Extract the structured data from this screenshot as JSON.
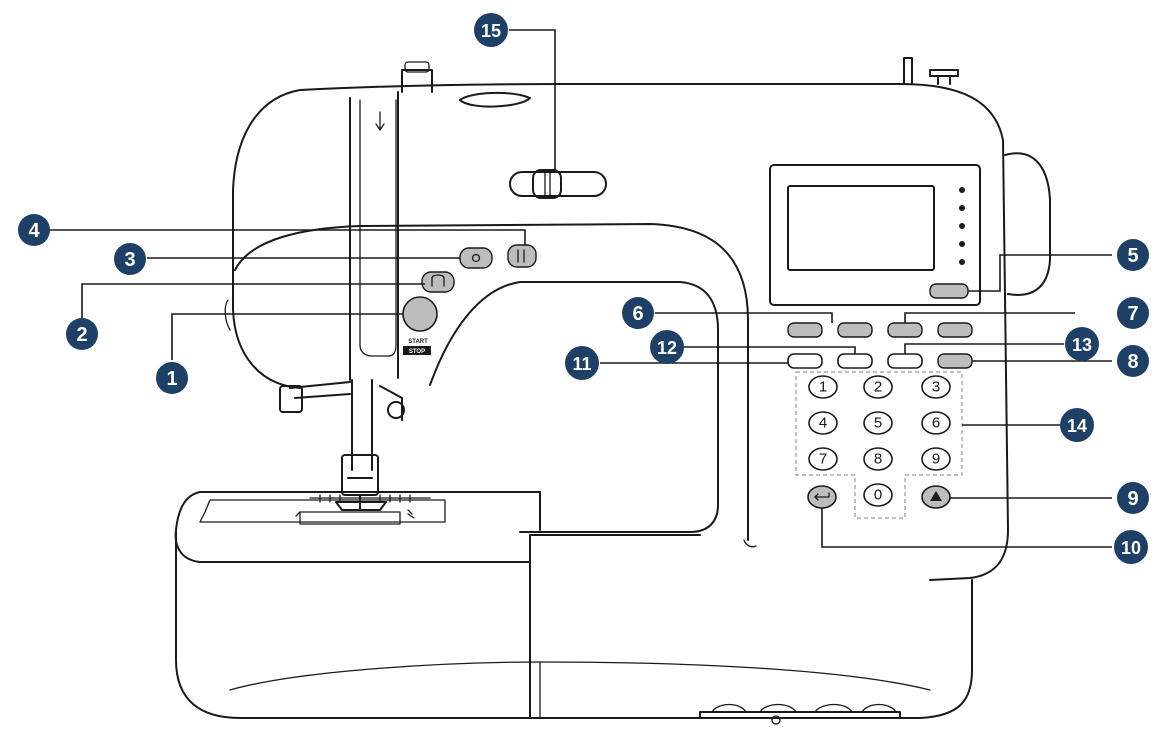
{
  "machine": {
    "start_label": "START",
    "stop_label": "STOP"
  },
  "keypad": {
    "keys": [
      "1",
      "2",
      "3",
      "4",
      "5",
      "6",
      "7",
      "8",
      "9",
      "0"
    ]
  },
  "callouts": [
    "1",
    "2",
    "3",
    "4",
    "5",
    "6",
    "7",
    "8",
    "9",
    "10",
    "11",
    "12",
    "13",
    "14",
    "15"
  ],
  "colors": {
    "badge": "#1e3f66",
    "button_fill": "#bdbdbd",
    "outline": "#1a1a1a"
  }
}
